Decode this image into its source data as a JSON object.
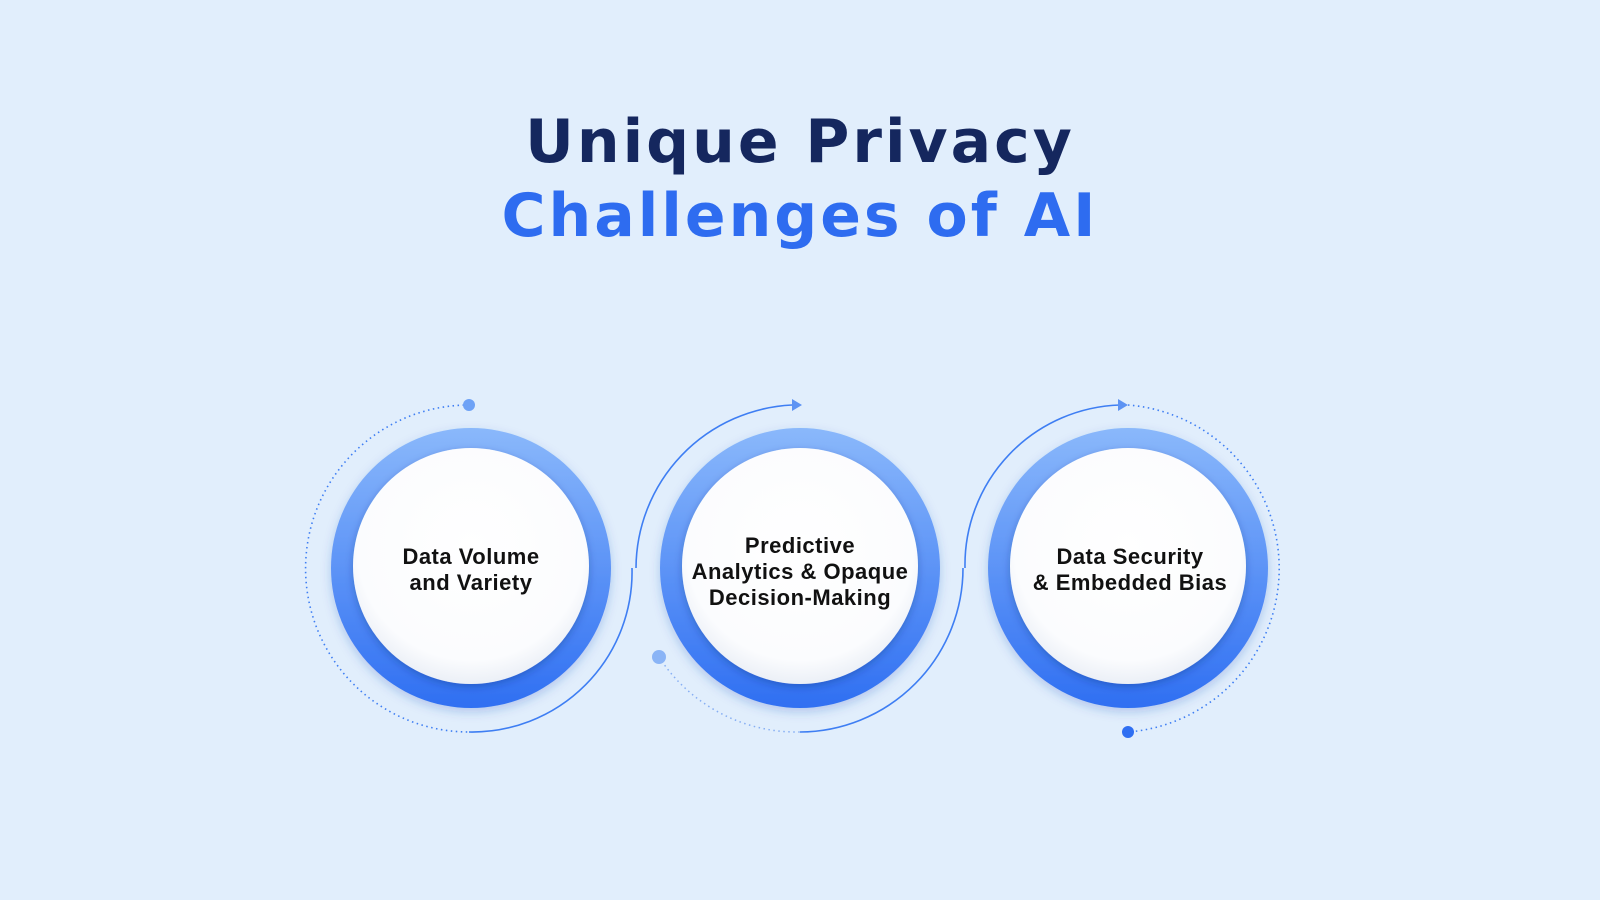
{
  "title": {
    "line1": "Unique Privacy",
    "line2": "Challenges of AI"
  },
  "steps": [
    {
      "lines": [
        "Data Volume",
        "and Variety"
      ]
    },
    {
      "lines": [
        "Predictive",
        "Analytics & Opaque",
        "Decision-Making"
      ]
    },
    {
      "lines": [
        "Data Security",
        "& Embedded Bias"
      ]
    }
  ],
  "colors": {
    "background": "#e1eefc",
    "title_dark": "#15275e",
    "title_accent": "#2e6cf0",
    "ring_top": "#8ab8fb",
    "ring_bottom": "#2f6ff2",
    "connector": "#3e7ef3",
    "connector_light": "#86aef3"
  }
}
